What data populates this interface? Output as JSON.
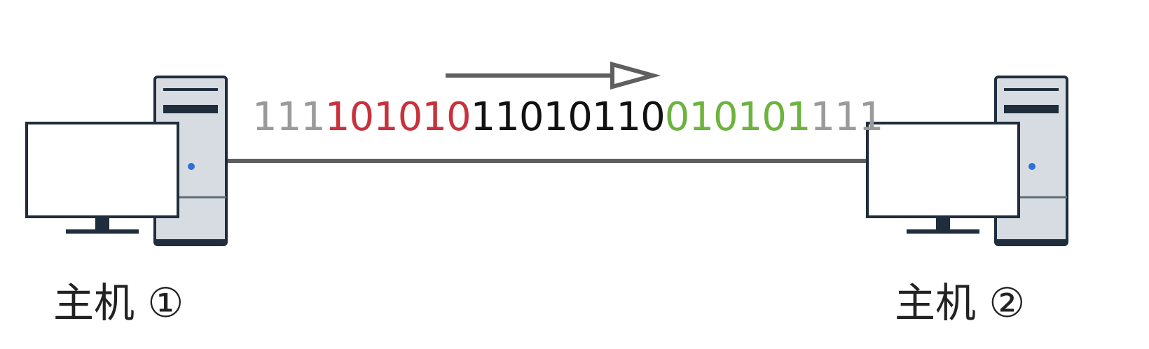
{
  "colors": {
    "line": "#5f5f5f",
    "tower_fill": "#d7dce2",
    "tower_stroke": "#1f2d3d",
    "power_led": "#2f6fd8",
    "monitor_fill": "#ffffff",
    "bits_padding": "#9a9a9a",
    "bits_preamble": "#c8323c",
    "bits_payload": "#111111",
    "bits_postamble": "#6db33f"
  },
  "bit_stream": [
    {
      "role": "padding-start",
      "text": "111",
      "color": "#9a9a9a"
    },
    {
      "role": "start-flag",
      "text": "101010",
      "color": "#c8323c"
    },
    {
      "role": "data",
      "text": "11010110",
      "color": "#111111"
    },
    {
      "role": "end-flag",
      "text": "010101",
      "color": "#6db33f"
    },
    {
      "role": "padding-end",
      "text": "111",
      "color": "#9a9a9a"
    }
  ],
  "hosts": [
    {
      "id": "host-1",
      "label": "主机 ①",
      "icon": "desktop-computer-icon"
    },
    {
      "id": "host-2",
      "label": "主机 ②",
      "icon": "desktop-computer-icon"
    }
  ],
  "direction": "host-1-to-host-2"
}
